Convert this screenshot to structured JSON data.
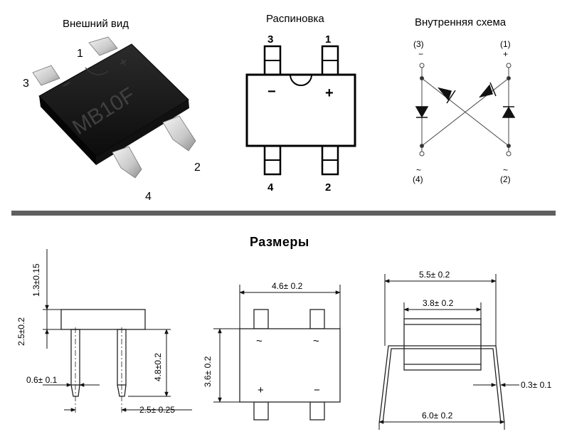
{
  "sections": {
    "appearance_title": "Внешний вид",
    "pinout_title": "Распиновка",
    "schematic_title": "Внутренняя схема",
    "dimensions_title": "Размеры"
  },
  "appearance": {
    "marking": "MB10F",
    "case_minus": "−",
    "case_plus": "+",
    "pin1": "1",
    "pin2": "2",
    "pin3": "3",
    "pin4": "4"
  },
  "pinout": {
    "pin3": "3",
    "pin1": "1",
    "pin4": "4",
    "pin2": "2",
    "minus": "−",
    "plus": "+"
  },
  "schematic": {
    "left_top_num": "(3)",
    "left_top_sym": "−",
    "right_top_num": "(1)",
    "right_top_sym": "+",
    "left_bot_sym": "~",
    "left_bot_num": "(4)",
    "right_bot_sym": "~",
    "right_bot_num": "(2)"
  },
  "dimensions": {
    "side": {
      "lead_top": "1.3±0.15",
      "body_height": "2.5±0.2",
      "total_height": "4.8±0.2",
      "lead_width": "0.6± 0.1",
      "pitch": "2.5± 0.25"
    },
    "top": {
      "width": "4.6± 0.2",
      "height": "3.6± 0.2",
      "tl": "~",
      "tr": "~",
      "bl": "+",
      "br": "−"
    },
    "end": {
      "outer": "5.5± 0.2",
      "inner": "3.8± 0.2",
      "lead_thick": "0.3± 0.1",
      "span": "6.0± 0.2"
    }
  }
}
